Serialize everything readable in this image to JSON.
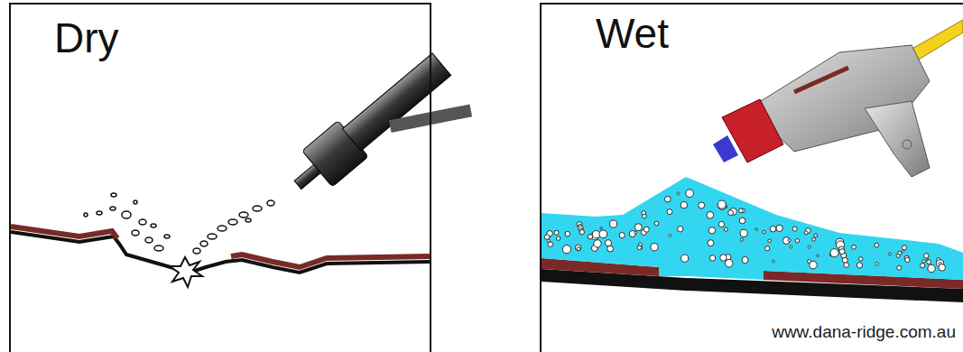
{
  "diagram": {
    "nodes": [
      {
        "text": [
          "Dry"
        ]
      },
      {
        "text": [
          "Wet"
        ]
      }
    ],
    "labels": [
      "www.dana-ridge.com.au"
    ]
  }
}
